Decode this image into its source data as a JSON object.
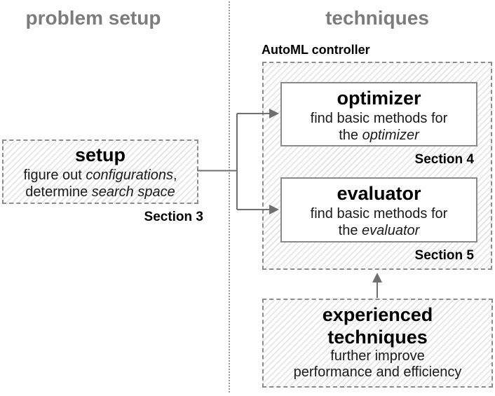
{
  "columns": {
    "left_header": "problem setup",
    "right_header": "techniques"
  },
  "controller": {
    "label": "AutoML controller",
    "optimizer": {
      "title": "optimizer",
      "desc_line1": "find basic methods for",
      "desc_line2_prefix": "the ",
      "desc_line2_italic": "optimizer",
      "section": "Section 4"
    },
    "evaluator": {
      "title": "evaluator",
      "desc_line1": "find basic methods for",
      "desc_line2_prefix": "the ",
      "desc_line2_italic": "evaluator",
      "section": "Section 5"
    }
  },
  "setup": {
    "title": "setup",
    "line1_prefix": "figure out ",
    "line1_italic": "configurations",
    "line1_suffix": ",",
    "line2_prefix": "determine ",
    "line2_italic": "search space",
    "section": "Section 3"
  },
  "experienced": {
    "title_line1": "experienced",
    "title_line2": "techniques",
    "desc_line1": "further improve",
    "desc_line2": "performance and efficiency"
  },
  "colors": {
    "header_gray": "#7c7c7c",
    "border_gray": "#8c8c8c",
    "solid_border_gray": "#8a8a8a",
    "arrow_gray": "#6f6f6f",
    "hatch_gray": "#e2e2e2",
    "text_black": "#000000"
  }
}
